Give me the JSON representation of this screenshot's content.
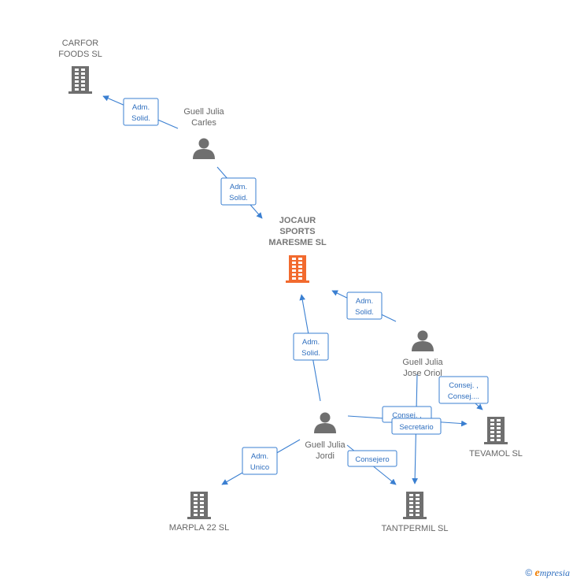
{
  "colors": {
    "edge": "#3a7fd1",
    "node_gray": "#6f6f6f",
    "node_highlight": "#f26a2e"
  },
  "nodes": [
    {
      "id": "carfor",
      "kind": "company",
      "icon": "building-icon",
      "lines": [
        "CARFOR",
        "FOODS  SL"
      ],
      "highlight": false
    },
    {
      "id": "guell-carles",
      "kind": "person",
      "icon": "person-icon",
      "lines": [
        "Guell Julia",
        "Carles"
      ],
      "highlight": false
    },
    {
      "id": "jocaur",
      "kind": "company",
      "icon": "building-icon",
      "lines": [
        "JOCAUR",
        "SPORTS",
        "MARESME  SL"
      ],
      "highlight": true
    },
    {
      "id": "guell-oriol",
      "kind": "person",
      "icon": "person-icon",
      "lines": [
        "Guell Julia",
        "Jose Oriol"
      ],
      "highlight": false
    },
    {
      "id": "guell-jordi",
      "kind": "person",
      "icon": "person-icon",
      "lines": [
        "Guell Julia",
        "Jordi"
      ],
      "highlight": false
    },
    {
      "id": "tevamol",
      "kind": "company",
      "icon": "building-icon",
      "lines": [
        "TEVAMOL SL"
      ],
      "highlight": false
    },
    {
      "id": "marpla",
      "kind": "company",
      "icon": "building-icon",
      "lines": [
        "MARPLA 22  SL"
      ],
      "highlight": false
    },
    {
      "id": "tantpermil",
      "kind": "company",
      "icon": "building-icon",
      "lines": [
        "TANTPERMIL SL"
      ],
      "highlight": false
    }
  ],
  "edges": [
    {
      "from": "guell-carles",
      "to": "carfor",
      "lines": [
        "Adm.",
        "Solid."
      ]
    },
    {
      "from": "guell-carles",
      "to": "jocaur",
      "lines": [
        "Adm.",
        "Solid."
      ]
    },
    {
      "from": "guell-oriol",
      "to": "jocaur",
      "lines": [
        "Adm.",
        "Solid."
      ]
    },
    {
      "from": "guell-jordi",
      "to": "jocaur",
      "lines": [
        "Adm.",
        "Solid."
      ]
    },
    {
      "from": "guell-oriol",
      "to": "tevamol",
      "lines": [
        "Consej. ,",
        "Consej...."
      ]
    },
    {
      "from": "guell-jordi",
      "to": "tevamol",
      "lines": [
        "Consej. ,"
      ]
    },
    {
      "from": "guell-oriol",
      "to": "tantpermil",
      "lines": [
        "Secretario"
      ]
    },
    {
      "from": "guell-jordi",
      "to": "tantpermil",
      "lines": [
        "Consejero"
      ]
    },
    {
      "from": "guell-jordi",
      "to": "marpla",
      "lines": [
        "Adm.",
        "Unico"
      ]
    }
  ],
  "brand": {
    "copyright": "©",
    "initial": "e",
    "rest": "mpresia"
  }
}
